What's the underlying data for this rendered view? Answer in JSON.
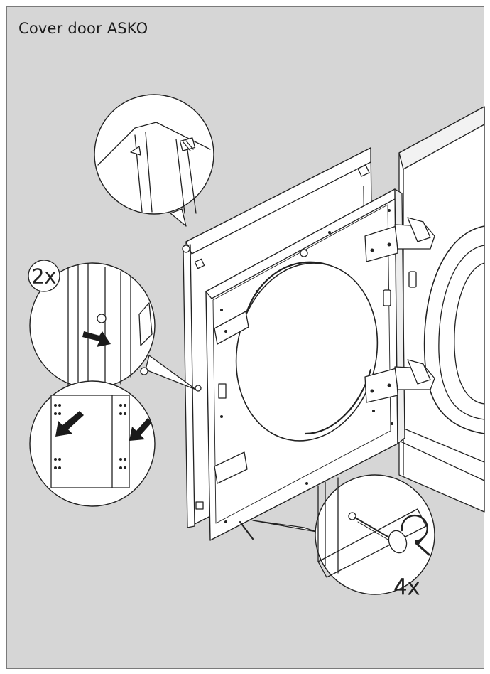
{
  "title": "Cover door ASKO",
  "callouts": {
    "hinge_screws_qty": "2x",
    "panel_screws_qty": "4x"
  },
  "colors": {
    "background": "#d6d6d6",
    "panel_fill": "#ffffff",
    "line": "#222222",
    "arrow": "#1a1a1a"
  },
  "icons": {
    "direction_arrows": "arrow-icon",
    "rotation": "rotate-clockwise-icon",
    "screwdriver": "screwdriver-icon"
  }
}
